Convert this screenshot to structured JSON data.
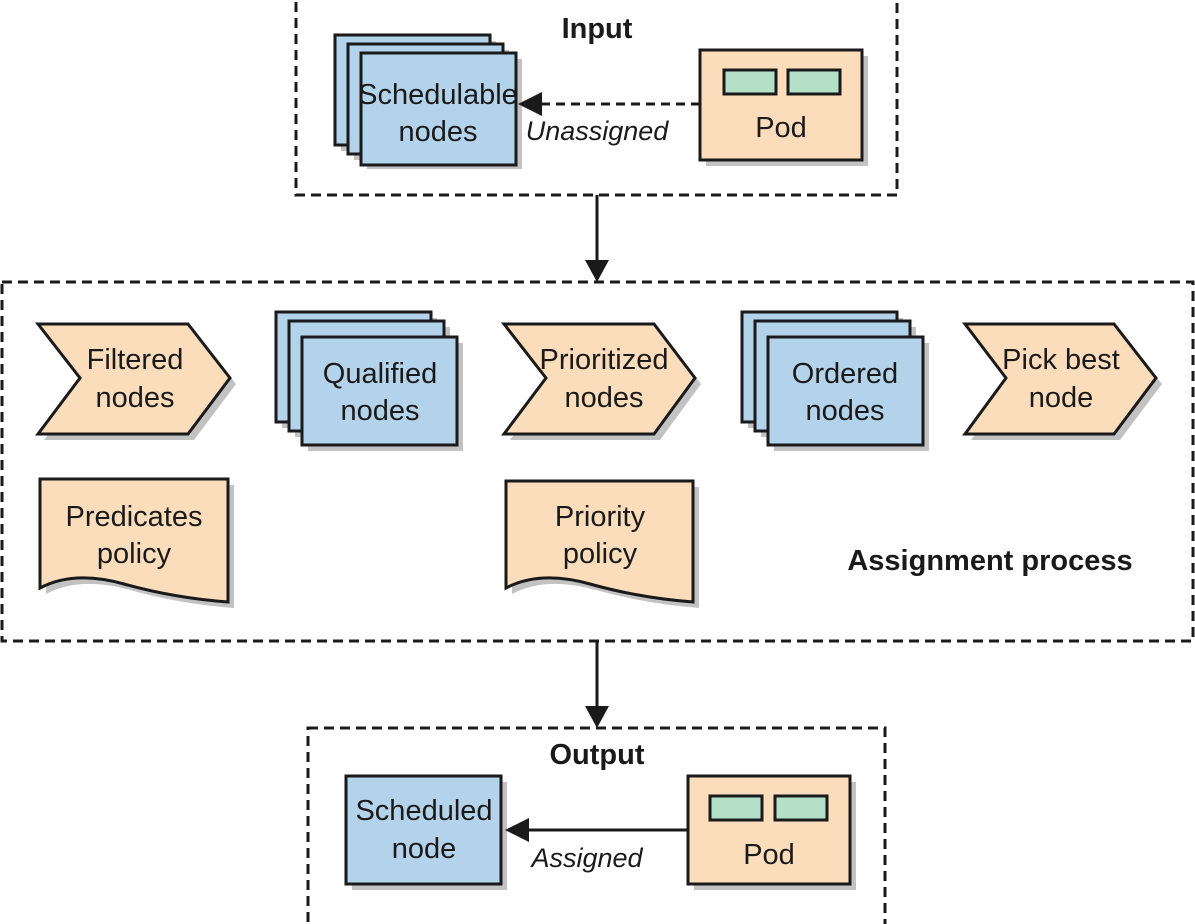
{
  "colors": {
    "node_fill": "#b3d3ea",
    "pod_fill": "#fbdcbb",
    "container_fill": "#b4e0c8",
    "line": "#1a1a1a",
    "background": "#ffffff"
  },
  "input": {
    "title": "Input",
    "schedulable_nodes": [
      "Schedulable",
      "nodes"
    ],
    "edge_label": "Unassigned",
    "pod_label": "Pod"
  },
  "assignment": {
    "title": "Assignment process",
    "filtered_nodes": [
      "Filtered",
      "nodes"
    ],
    "qualified_nodes": [
      "Qualified",
      "nodes"
    ],
    "prioritized_nodes": [
      "Prioritized",
      "nodes"
    ],
    "ordered_nodes": [
      "Ordered",
      "nodes"
    ],
    "pick_best_node": [
      "Pick best",
      "node"
    ],
    "predicates_policy": [
      "Predicates",
      "policy"
    ],
    "priority_policy": [
      "Priority",
      "policy"
    ]
  },
  "output": {
    "title": "Output",
    "scheduled_node": [
      "Scheduled",
      "node"
    ],
    "edge_label": "Assigned",
    "pod_label": "Pod"
  }
}
